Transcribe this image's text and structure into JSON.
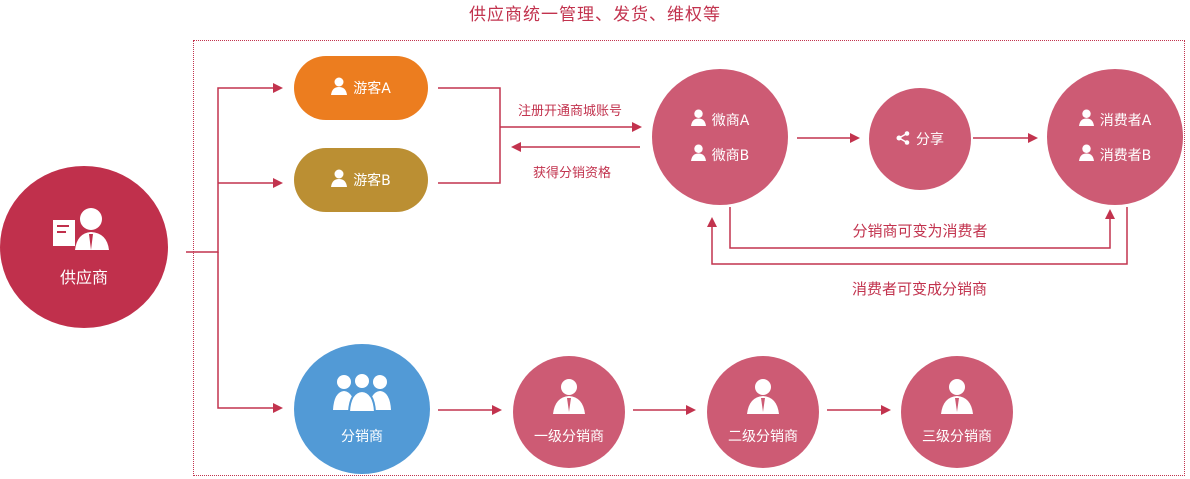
{
  "title": "供应商统一管理、发货、维权等",
  "supplier": {
    "label": "供应商"
  },
  "visitors": [
    {
      "label": "游客A"
    },
    {
      "label": "游客B"
    }
  ],
  "register_label": "注册开通商城账号",
  "reward_label": "获得分销资格",
  "micro_merchants": [
    {
      "label": "微商A"
    },
    {
      "label": "微商B"
    }
  ],
  "share": {
    "label": "分享"
  },
  "consumers": [
    {
      "label": "消费者A"
    },
    {
      "label": "消费者B"
    }
  ],
  "loop_down_label": "分销商可变为消费者",
  "loop_up_label": "消费者可变成分销商",
  "distributor": {
    "label": "分销商"
  },
  "levels": [
    {
      "label": "一级分销商"
    },
    {
      "label": "二级分销商"
    },
    {
      "label": "三级分销商"
    }
  ],
  "colors": {
    "accent": "#c2334e",
    "node_pink": "#cd5b74",
    "orange": "#ec7d1f",
    "gold": "#bb8f33",
    "blue": "#529ad6"
  },
  "icons": {
    "person": "person-icon",
    "group": "group-icon",
    "share": "share-icon",
    "suit": "suit-person-icon"
  }
}
